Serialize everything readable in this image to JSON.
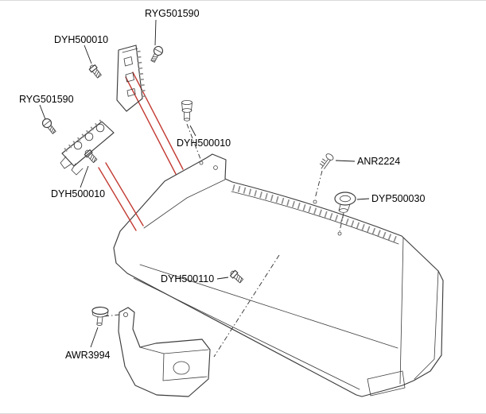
{
  "diagram": {
    "kind": "exploded-parts-diagram",
    "subject": "rear bumper assembly with mounting brackets and fasteners",
    "colors": {
      "outline": "#3d3d3d",
      "highlight_lines": "#c23b32",
      "label_text": "#000000",
      "background": "#ffffff"
    },
    "parts": [
      {
        "label": "RYG501590",
        "component": "round-head-screw",
        "position": "top"
      },
      {
        "label": "DYH500010",
        "component": "bolt",
        "position": "upper-left"
      },
      {
        "label": "RYG501590",
        "component": "round-head-screw",
        "position": "left"
      },
      {
        "label": "DYH500010",
        "component": "bolt",
        "position": "lower-left-bracket"
      },
      {
        "label": "DYH500010",
        "component": "spacer-clip",
        "position": "center"
      },
      {
        "label": "ANR2224",
        "component": "fir-tree-clip",
        "position": "upper-right"
      },
      {
        "label": "DYP500030",
        "component": "grommet",
        "position": "right"
      },
      {
        "label": "DYH500110",
        "component": "bolt",
        "position": "center-lower"
      },
      {
        "label": "AWR3994",
        "component": "push-rivet",
        "position": "bottom-left"
      }
    ]
  }
}
